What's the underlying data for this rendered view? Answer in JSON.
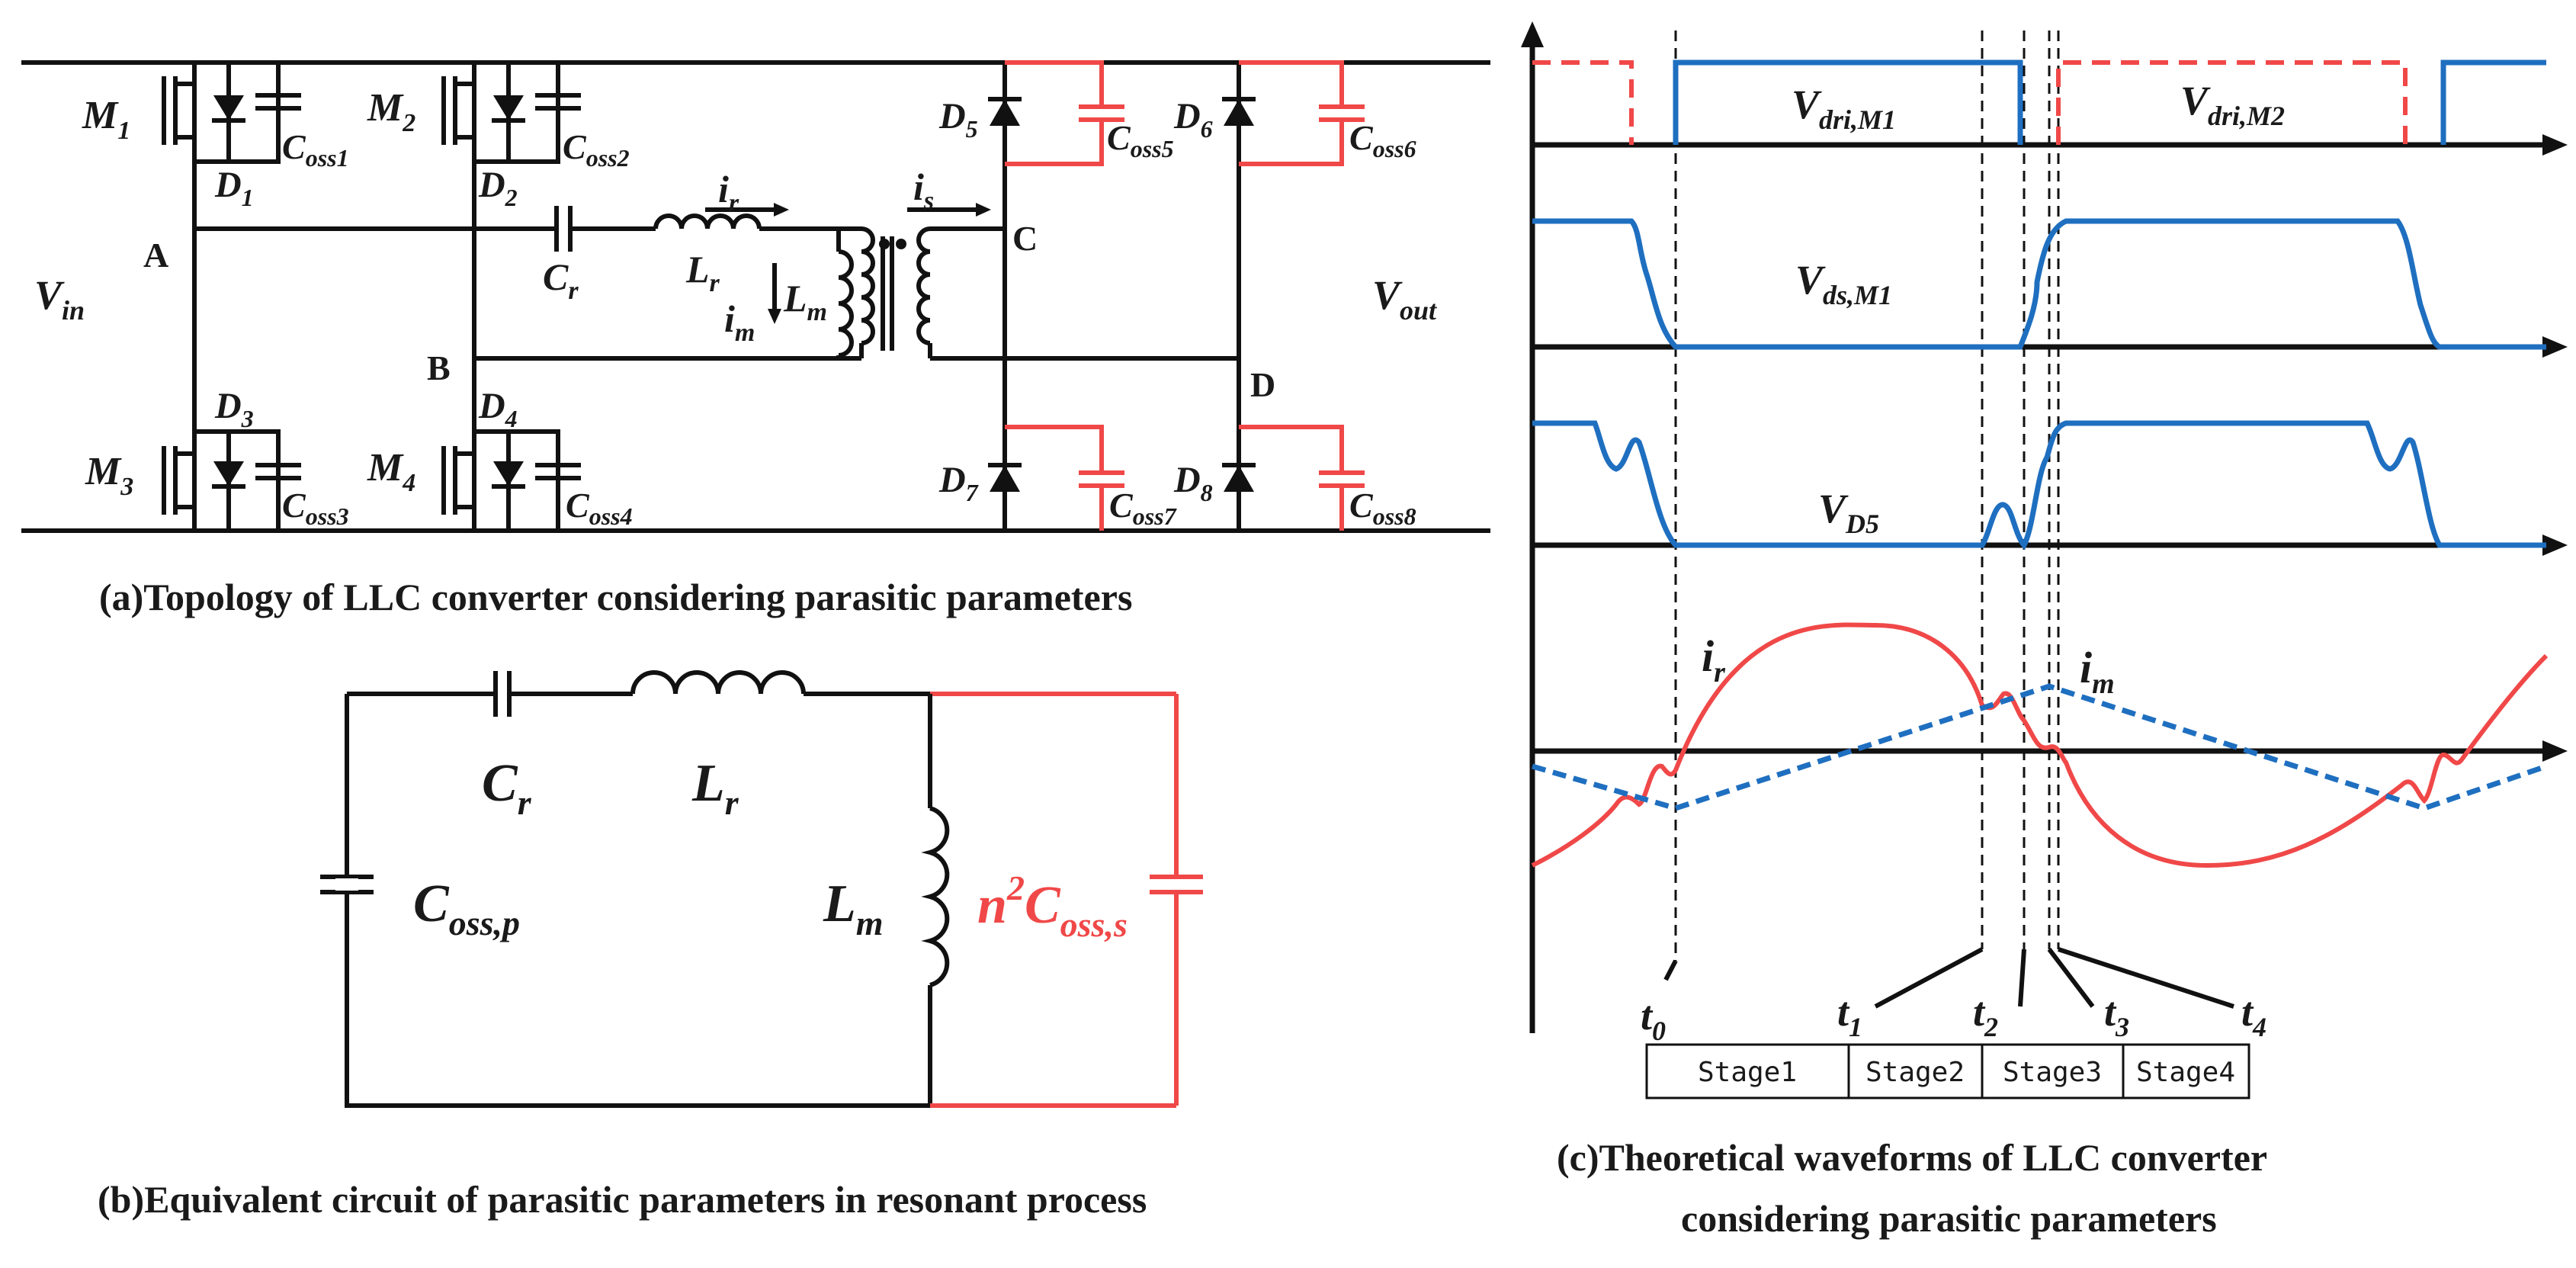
{
  "captions": {
    "a": "(a)Topology of LLC converter  considering parasitic parameters",
    "b": "(b)Equivalent circuit of parasitic parameters in resonant process",
    "c1": "(c)Theoretical  waveforms of LLC converter",
    "c2": "considering parasitic parameters"
  },
  "topology": {
    "vin": "V",
    "vin_sub": "in",
    "vout": "V",
    "vout_sub": "out",
    "nodes": [
      "A",
      "B",
      "C",
      "D"
    ],
    "m1": "M",
    "m1_sub": "1",
    "m2": "M",
    "m2_sub": "2",
    "m3": "M",
    "m3_sub": "3",
    "m4": "M",
    "m4_sub": "4",
    "d1": "D",
    "d1_sub": "1",
    "d2": "D",
    "d2_sub": "2",
    "d3": "D",
    "d3_sub": "3",
    "d4": "D",
    "d4_sub": "4",
    "d5": "D",
    "d5_sub": "5",
    "d6": "D",
    "d6_sub": "6",
    "d7": "D",
    "d7_sub": "7",
    "d8": "D",
    "d8_sub": "8",
    "coss1": "C",
    "coss1_sub": "oss1",
    "coss2": "C",
    "coss2_sub": "oss2",
    "coss3": "C",
    "coss3_sub": "oss3",
    "coss4": "C",
    "coss4_sub": "oss4",
    "coss5": "C",
    "coss5_sub": "oss5",
    "coss6": "C",
    "coss6_sub": "oss6",
    "coss7": "C",
    "coss7_sub": "oss7",
    "coss8": "C",
    "coss8_sub": "oss8",
    "cr": "C",
    "cr_sub": "r",
    "lr": "L",
    "lr_sub": "r",
    "lm": "L",
    "lm_sub": "m",
    "ir": "i",
    "ir_sub": "r",
    "im": "i",
    "im_sub": "m",
    "is": "i",
    "is_sub": "s"
  },
  "equivalent": {
    "cr": "C",
    "cr_sub": "r",
    "lr": "L",
    "lr_sub": "r",
    "lm": "L",
    "lm_sub": "m",
    "cossp": "C",
    "cossp_sub": "oss,p",
    "n2": "n",
    "n2_sup": "2",
    "cosss": "C",
    "cosss_sub": "oss,s"
  },
  "waveforms": {
    "vdri_m1": "V",
    "vdri_m1_sub": "dri,M1",
    "vdri_m2": "V",
    "vdri_m2_sub": "dri,M2",
    "vds_m1": "V",
    "vds_m1_sub": "ds,M1",
    "vd5": "V",
    "vd5_sub": "D5",
    "ir": "i",
    "ir_sub": "r",
    "im": "i",
    "im_sub": "m",
    "t_labels": [
      "t",
      "t",
      "t",
      "t",
      "t"
    ],
    "t_subs": [
      "0",
      "1",
      "2",
      "3",
      "4"
    ],
    "stages": [
      "Stage1",
      "Stage2",
      "Stage3",
      "Stage4"
    ]
  },
  "colors": {
    "parasitic_red": "#f04848",
    "waveform_blue": "#1f6fc0",
    "wire": "#111111"
  }
}
